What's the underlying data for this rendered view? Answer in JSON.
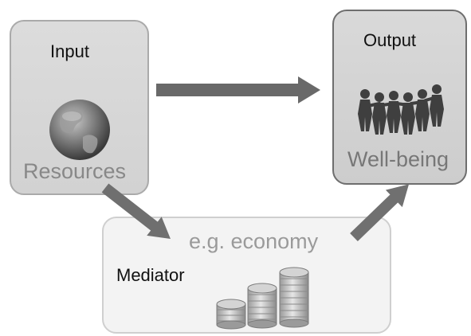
{
  "input": {
    "title": "Input",
    "caption": "Resources"
  },
  "output": {
    "title": "Output",
    "caption": "Well-being"
  },
  "mediator": {
    "title": "Mediator",
    "caption": "e.g. economy"
  },
  "colors": {
    "arrow": "#696969",
    "box_fill": "#d6d6d6",
    "output_border": "#6e6e6e",
    "mediator_fill": "#f3f3f3"
  },
  "icons": {
    "input": "globe-icon",
    "output": "people-chain-icon",
    "mediator": "coin-stacks-icon"
  }
}
